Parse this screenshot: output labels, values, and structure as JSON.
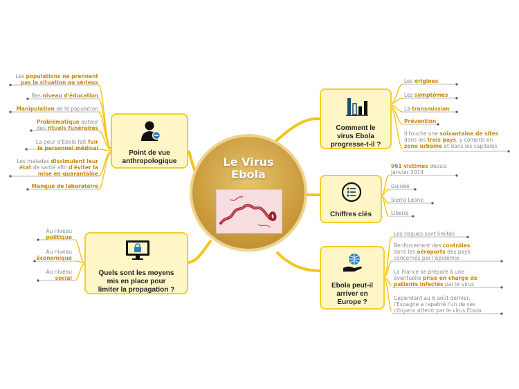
{
  "center": {
    "title_line1": "Le Virus",
    "title_line2": "Ebola"
  },
  "branches": {
    "progression": {
      "label": "Comment le virus Ebola progresse-t-il ?",
      "label_lines": [
        "Comment le",
        "virus Ebola",
        "progresse-t-il ?"
      ],
      "icon": "bar-chart-icon",
      "leaves": [
        {
          "parts": [
            {
              "t": "Les "
            },
            {
              "t": "origines",
              "hl": true
            }
          ]
        },
        {
          "parts": [
            {
              "t": "Les "
            },
            {
              "t": "symptômes",
              "hl": true
            }
          ]
        },
        {
          "parts": [
            {
              "t": "La "
            },
            {
              "t": "transmission",
              "hl": true
            }
          ]
        },
        {
          "parts": [
            {
              "t": "Prévention",
              "hl": true
            }
          ]
        },
        {
          "lines": [
            [
              {
                "t": "Il touche une "
              },
              {
                "t": "soixantaine de sites",
                "hl": true
              }
            ],
            [
              {
                "t": "dans les "
              },
              {
                "t": "trois pays",
                "hl": true
              },
              {
                "t": ", y compris en"
              }
            ],
            [
              {
                "t": "zone urbaine",
                "hl": true
              },
              {
                "t": " et dans les capitales"
              }
            ]
          ]
        }
      ]
    },
    "chiffres": {
      "label": "Chiffres clés",
      "icon": "list-circle-icon",
      "leaves": [
        {
          "lines": [
            [
              {
                "t": "961 victimes",
                "hl": true
              },
              {
                "t": " depuis"
              }
            ],
            [
              {
                "t": "janvier 2014"
              }
            ]
          ]
        },
        {
          "parts": [
            {
              "t": "Guinée"
            }
          ]
        },
        {
          "parts": [
            {
              "t": "Sierra Leone"
            }
          ]
        },
        {
          "parts": [
            {
              "t": "Liberia"
            }
          ]
        }
      ]
    },
    "europe": {
      "label": "Ebola peut-il arriver en Europe ?",
      "label_lines": [
        "Ebola peut-il",
        "arriver en",
        "Europe ?"
      ],
      "icon": "globe-hand-icon",
      "leaves": [
        {
          "parts": [
            {
              "t": "Les risques sont limités"
            }
          ]
        },
        {
          "lines": [
            [
              {
                "t": "Renforcement des "
              },
              {
                "t": "contrôles",
                "hl": true
              }
            ],
            [
              {
                "t": "dans les "
              },
              {
                "t": "aéroports",
                "hl": true
              },
              {
                "t": " des pays"
              }
            ],
            [
              {
                "t": "concernés par l'épidémie"
              }
            ]
          ]
        },
        {
          "lines": [
            [
              {
                "t": "La France se prépare à une"
              }
            ],
            [
              {
                "t": "éventuelle "
              },
              {
                "t": "prise en charge de",
                "hl": true
              }
            ],
            [
              {
                "t": "patients infectés",
                "hl": true
              },
              {
                "t": " par le virus"
              }
            ]
          ]
        },
        {
          "lines": [
            [
              {
                "t": "Cependant au 6 août dernier,"
              }
            ],
            [
              {
                "t": "l'Espagne a rapatrié l'un de ses"
              }
            ],
            [
              {
                "t": "citoyens atteint par le virus Ebola"
              }
            ]
          ]
        }
      ]
    },
    "anthropo": {
      "label": "Point de vue anthropologique",
      "label_lines": [
        "Point de vue",
        "anthropologique"
      ],
      "icon": "user-minus-icon",
      "leaves": [
        {
          "lines": [
            [
              {
                "t": "Les "
              },
              {
                "t": "populations ne prennent",
                "hl": true
              }
            ],
            [
              {
                "t": "pas la situation au sérieux",
                "hl": true
              }
            ]
          ]
        },
        {
          "parts": [
            {
              "t": "Bas "
            },
            {
              "t": "niveau d'éducation",
              "hl": true
            }
          ]
        },
        {
          "parts": [
            {
              "t": "Manipulation",
              "hl": true
            },
            {
              "t": " de la population"
            }
          ]
        },
        {
          "lines": [
            [
              {
                "t": "Problématique",
                "hl": true
              },
              {
                "t": " autour"
              }
            ],
            [
              {
                "t": "des "
              },
              {
                "t": "rituels funéraires",
                "hl": true
              }
            ]
          ]
        },
        {
          "lines": [
            [
              {
                "t": "La peur d'Ebola fait "
              },
              {
                "t": "fuir",
                "hl": true
              }
            ],
            [
              {
                "t": "le personnel médical",
                "hl": true
              }
            ]
          ]
        },
        {
          "lines": [
            [
              {
                "t": "Les malades "
              },
              {
                "t": "dissimulent leur",
                "hl": true
              }
            ],
            [
              {
                "t": "état",
                "hl": true
              },
              {
                "t": " de santé afin "
              },
              {
                "t": "d'éviter la",
                "hl": true
              }
            ],
            [
              {
                "t": "mise en quarantaine",
                "hl": true
              }
            ]
          ]
        },
        {
          "parts": [
            {
              "t": "Manque de laboratoire",
              "hl": true
            }
          ]
        }
      ]
    },
    "moyens": {
      "label": "Quels sont les moyens mis en place pour limiter la propagation ?",
      "label_lines": [
        "Quels sont les moyens",
        "mis en place pour",
        "limiter la propagation ?"
      ],
      "icon": "monitor-lock-icon",
      "leaves": [
        {
          "lines": [
            [
              {
                "t": "Au niveau"
              }
            ],
            [
              {
                "t": "politique",
                "hl": true
              }
            ]
          ]
        },
        {
          "lines": [
            [
              {
                "t": "Au niveau"
              }
            ],
            [
              {
                "t": "économique",
                "hl": true
              }
            ]
          ]
        },
        {
          "lines": [
            [
              {
                "t": "Au niveau"
              }
            ],
            [
              {
                "t": "social",
                "hl": true
              }
            ]
          ]
        }
      ]
    }
  },
  "colors": {
    "node_fill": "#fef6c7",
    "node_border": "#f5cd2b",
    "connector": "#f5c518",
    "highlight": "#c8860a",
    "leaf_text": "#8a8a8a",
    "center_fill": "#c9993a"
  }
}
